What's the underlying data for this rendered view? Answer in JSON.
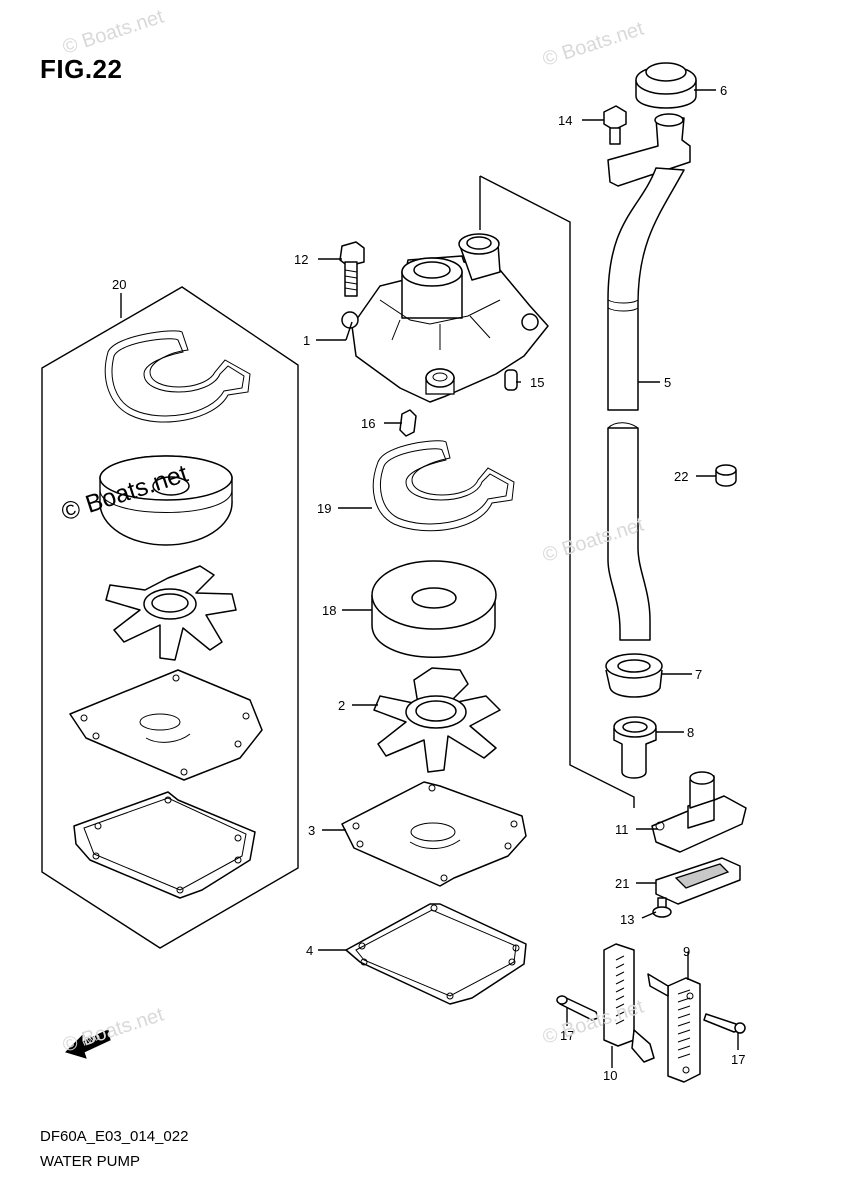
{
  "figure": {
    "title": "FIG.22",
    "code": "DF60A_E03_014_022",
    "caption": "WATER PUMP"
  },
  "watermark": {
    "text": "© Boats.net"
  },
  "fwd_label": "FWD",
  "callouts": {
    "c1": "1",
    "c2": "2",
    "c3": "3",
    "c4": "4",
    "c5": "5",
    "c6": "6",
    "c7": "7",
    "c8": "8",
    "c9": "9",
    "c10": "10",
    "c11": "11",
    "c12": "12",
    "c13": "13",
    "c14": "14",
    "c15": "15",
    "c16": "16",
    "c17a": "17",
    "c17b": "17",
    "c18": "18",
    "c19": "19",
    "c20": "20",
    "c21": "21",
    "c22": "22"
  }
}
